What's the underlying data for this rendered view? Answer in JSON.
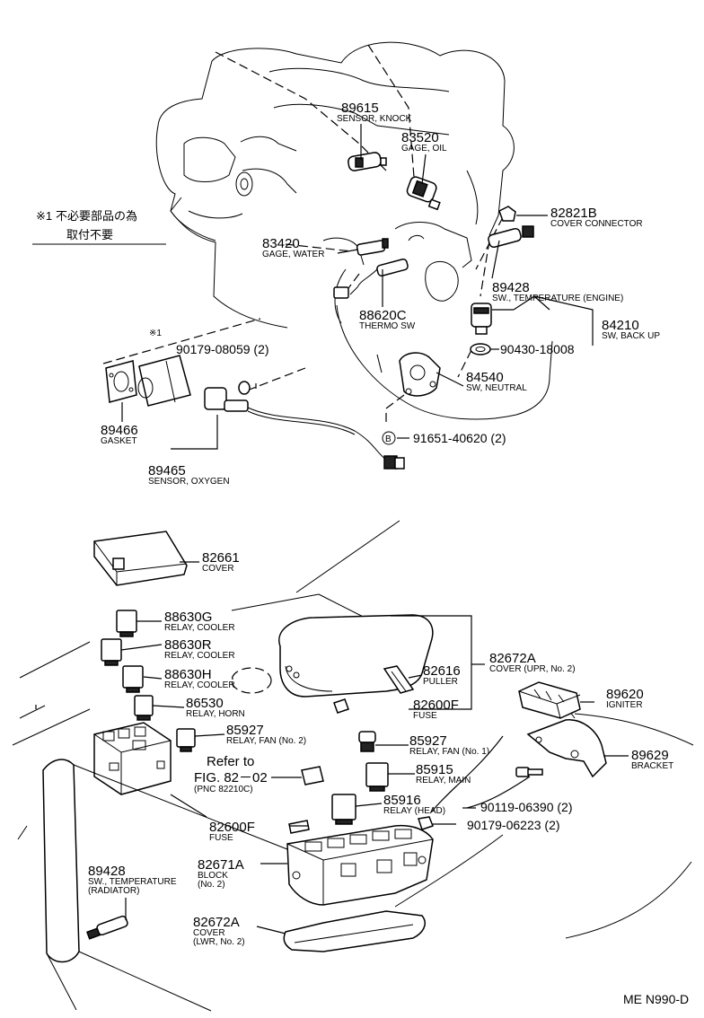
{
  "diagram_code": "ME N990-D",
  "note": {
    "mark": "※1",
    "line1": "不必要部品の為",
    "line2": "取付不要",
    "tag": "※1"
  },
  "parts": {
    "p89615": {
      "number": "89615",
      "name": "SENSOR, KNOCK"
    },
    "p83520": {
      "number": "83520",
      "name": "GAGE, OIL"
    },
    "p82821B": {
      "number": "82821B",
      "name": "COVER CONNECTOR"
    },
    "p83420": {
      "number": "83420",
      "name": "GAGE, WATER"
    },
    "p89428a": {
      "number": "89428",
      "name": "SW., TEMPERATURE (ENGINE)"
    },
    "p88620C": {
      "number": "88620C",
      "name": "THERMO SW"
    },
    "p84210": {
      "number": "84210",
      "name": "SW, BACK UP"
    },
    "p90430": {
      "number": "90430-18008"
    },
    "p90179a": {
      "number": "90179-08059 (2)"
    },
    "p84540": {
      "number": "84540",
      "name": "SW, NEUTRAL"
    },
    "p89466": {
      "number": "89466",
      "name": "GASKET"
    },
    "p91651": {
      "number": "91651-40620 (2)",
      "marker": "B"
    },
    "p89465": {
      "number": "89465",
      "name": "SENSOR, OXYGEN"
    },
    "p82661": {
      "number": "82661",
      "name": "COVER"
    },
    "p88630G": {
      "number": "88630G",
      "name": "RELAY, COOLER"
    },
    "p88630R": {
      "number": "88630R",
      "name": "RELAY, COOLER"
    },
    "p88630H": {
      "number": "88630H",
      "name": "RELAY, COOLER"
    },
    "p82672A1": {
      "number": "82672A",
      "name": "COVER (UPR, No. 2)"
    },
    "p82616": {
      "number": "82616",
      "name": "PULLER"
    },
    "p86530": {
      "number": "86530",
      "name": "RELAY, HORN"
    },
    "p82600F1": {
      "number": "82600F",
      "name": "FUSE"
    },
    "p89620": {
      "number": "89620",
      "name": "IGNITER"
    },
    "p85927a": {
      "number": "85927",
      "name": "RELAY, FAN (No. 2)"
    },
    "p85927b": {
      "number": "85927",
      "name": "RELAY, FAN (No. 1)"
    },
    "p89629": {
      "number": "89629",
      "name": "BRACKET"
    },
    "ref": {
      "line1": "Refer to",
      "line2": "FIG. 82－02",
      "line3": "(PNC 82210C)"
    },
    "p85915": {
      "number": "85915",
      "name": "RELAY, MAIN"
    },
    "p85916": {
      "number": "85916",
      "name": "RELAY (HEAD)"
    },
    "p90119": {
      "number": "90119-06390 (2)"
    },
    "p82600F2": {
      "number": "82600F",
      "name": "FUSE"
    },
    "p90179b": {
      "number": "90179-06223 (2)"
    },
    "p82671A": {
      "number": "82671A",
      "name": "BLOCK",
      "name2": "(No. 2)"
    },
    "p89428b": {
      "number": "89428",
      "name": "SW., TEMPERATURE",
      "name2": "(RADIATOR)"
    },
    "p82672A2": {
      "number": "82672A",
      "name": "COVER",
      "name2": "(LWR, No. 2)"
    }
  }
}
